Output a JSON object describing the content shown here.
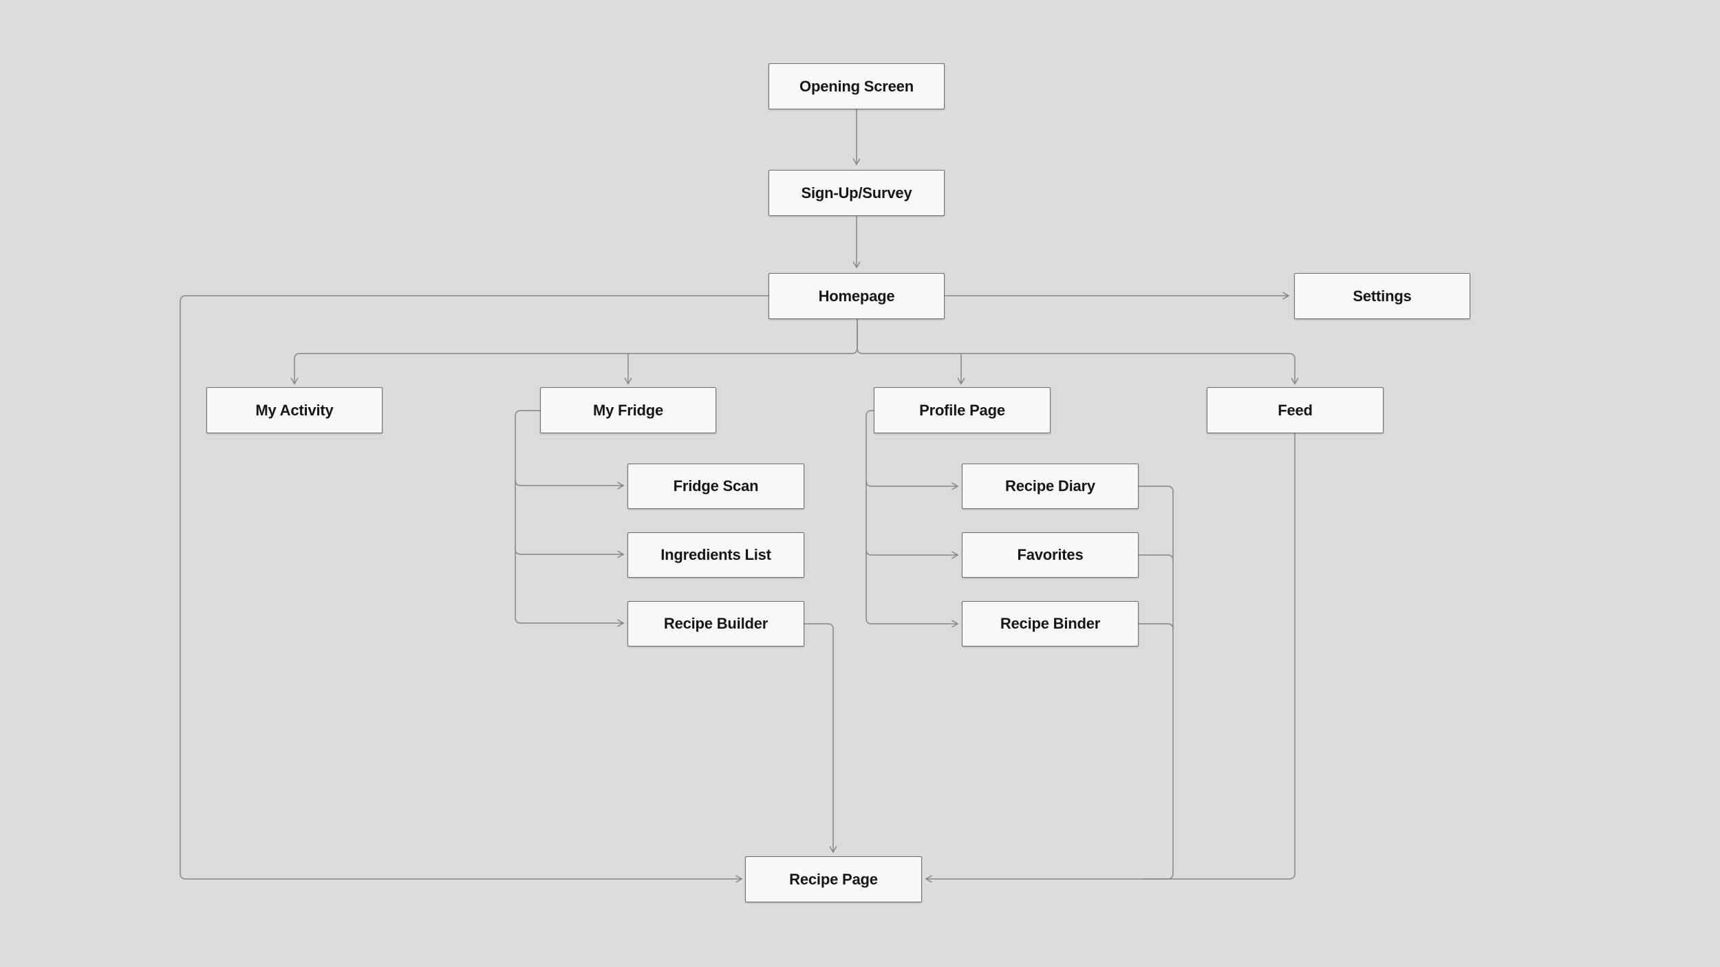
{
  "canvas": {
    "background_color": "#dcdcdc",
    "node_fill_color": "#f8f8f8",
    "node_border_color": "#6e6e6e",
    "connector_color": "#868686",
    "text_color": "#161616"
  },
  "nodes": {
    "opening_screen": {
      "label": "Opening Screen"
    },
    "signup_survey": {
      "label": "Sign-Up/Survey"
    },
    "homepage": {
      "label": "Homepage"
    },
    "settings": {
      "label": "Settings"
    },
    "my_activity": {
      "label": "My Activity"
    },
    "my_fridge": {
      "label": "My Fridge"
    },
    "profile_page": {
      "label": "Profile Page"
    },
    "feed": {
      "label": "Feed"
    },
    "fridge_scan": {
      "label": "Fridge Scan"
    },
    "ingredients_list": {
      "label": "Ingredients List"
    },
    "recipe_builder": {
      "label": "Recipe Builder"
    },
    "recipe_diary": {
      "label": "Recipe Diary"
    },
    "favorites": {
      "label": "Favorites"
    },
    "recipe_binder": {
      "label": "Recipe Binder"
    },
    "recipe_page": {
      "label": "Recipe Page"
    }
  },
  "edges": [
    {
      "from": "opening_screen",
      "to": "signup_survey"
    },
    {
      "from": "signup_survey",
      "to": "homepage"
    },
    {
      "from": "homepage",
      "to": "settings"
    },
    {
      "from": "homepage",
      "to": "my_activity"
    },
    {
      "from": "homepage",
      "to": "my_fridge"
    },
    {
      "from": "homepage",
      "to": "profile_page"
    },
    {
      "from": "homepage",
      "to": "feed"
    },
    {
      "from": "homepage",
      "to": "recipe_page"
    },
    {
      "from": "my_fridge",
      "to": "fridge_scan"
    },
    {
      "from": "my_fridge",
      "to": "ingredients_list"
    },
    {
      "from": "my_fridge",
      "to": "recipe_builder"
    },
    {
      "from": "profile_page",
      "to": "recipe_diary"
    },
    {
      "from": "profile_page",
      "to": "favorites"
    },
    {
      "from": "profile_page",
      "to": "recipe_binder"
    },
    {
      "from": "recipe_builder",
      "to": "recipe_page"
    },
    {
      "from": "feed",
      "to": "recipe_page"
    },
    {
      "from": "recipe_diary",
      "to": "recipe_page"
    },
    {
      "from": "favorites",
      "to": "recipe_page"
    },
    {
      "from": "recipe_binder",
      "to": "recipe_page"
    }
  ]
}
